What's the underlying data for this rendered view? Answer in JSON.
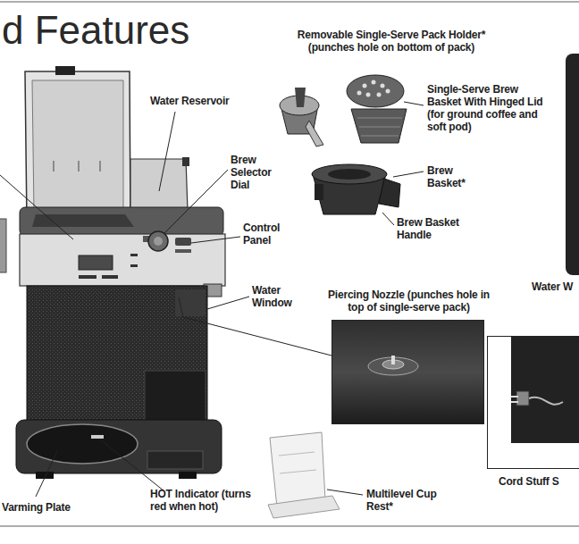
{
  "diagram": {
    "title": "d Features",
    "nodes": [
      {
        "text": [
          "Water W"
        ]
      },
      {
        "text": [
          "Piercing Nozzle (punches hole in top of single-serve pack)"
        ]
      },
      {
        "text": [
          "Cord Stuff S"
        ]
      }
    ],
    "labels": [
      "Removable Single-Serve Pack Holder* (punches hole on bottom of pack)",
      "Water Reservoir",
      "Single-Serve Brew Basket With Hinged Lid (for ground coffee and soft pod)",
      "Brew Selector Dial",
      "Brew Basket*",
      "Control Panel",
      "Brew Basket Handle",
      "Water Window",
      "Varming Plate",
      "HOT Indicator (turns red when hot)",
      "Multilevel Cup Rest*"
    ]
  }
}
